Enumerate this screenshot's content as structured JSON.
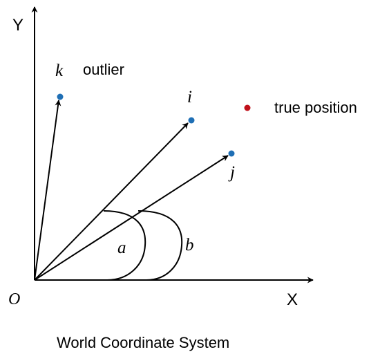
{
  "axes": {
    "y_label": "Y",
    "x_label": "X",
    "origin_label": "O"
  },
  "points": {
    "k": {
      "label": "k"
    },
    "i": {
      "label": "i"
    },
    "j": {
      "label": "j"
    }
  },
  "annotations": {
    "outlier": "outlier",
    "true_position": "true position"
  },
  "angles": {
    "a": "a",
    "b": "b"
  },
  "caption": "World Coordinate System",
  "colors": {
    "axis": "#000000",
    "measured_point": "#1f6fb5",
    "true_position": "#c0101a"
  }
}
